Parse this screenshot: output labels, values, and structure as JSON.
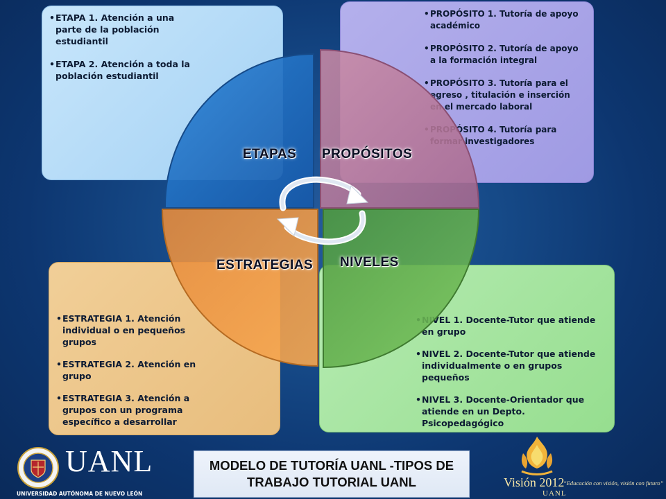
{
  "quadrants": {
    "etapas": {
      "label": "ETAPAS",
      "items": [
        "ETAPA  1. Atención a una parte de la población estudiantil",
        "ETAPA  2. Atención a toda la población estudiantil"
      ]
    },
    "propositos": {
      "label": "PROPÓSITOS",
      "items": [
        "PROPÓSITO  1. Tutoría de apoyo académico",
        "PROPÓSITO  2. Tutoría de apoyo a la formación integral",
        "PROPÓSITO  3. Tutoría para el egreso , titulación e inserción en el mercado laboral",
        "PROPÓSITO  4. Tutoría para formar investigadores"
      ]
    },
    "estrategias": {
      "label": "ESTRATEGIAS",
      "items": [
        "ESTRATEGIA  1. Atención individual o en pequeños grupos",
        " ESTRATEGIA  2. Atención en grupo",
        " ESTRATEGIA  3. Atención a grupos con un programa específico a desarrollar"
      ]
    },
    "niveles": {
      "label": "NIVELES",
      "items": [
        "NIVEL  1. Docente-Tutor que atiende en grupo",
        "NIVEL  2. Docente-Tutor que atiende individualmente o en grupos pequeños",
        "NIVEL  3. Docente-Orientador que atiende en un Depto. Psicopedagógico"
      ]
    }
  },
  "footer": {
    "title": "MODELO DE TUTORÍA UANL -TIPOS DE TRABAJO TUTORIAL UANL"
  },
  "logos": {
    "uanl_wordmark": "UANL",
    "uanl_fullname": "UNIVERSIDAD AUTÓNOMA DE NUEVO LEÓN",
    "vision_title": "Visión 2012",
    "vision_slogan": "“Educación con visión, visión con futuro”",
    "vision_uanl": "UANL"
  },
  "colors": {
    "etapas": "#1f6fc2",
    "propositos": "#b7779e",
    "estrategias": "#f0963a",
    "niveles": "#5aa845",
    "background": "#164a88"
  }
}
